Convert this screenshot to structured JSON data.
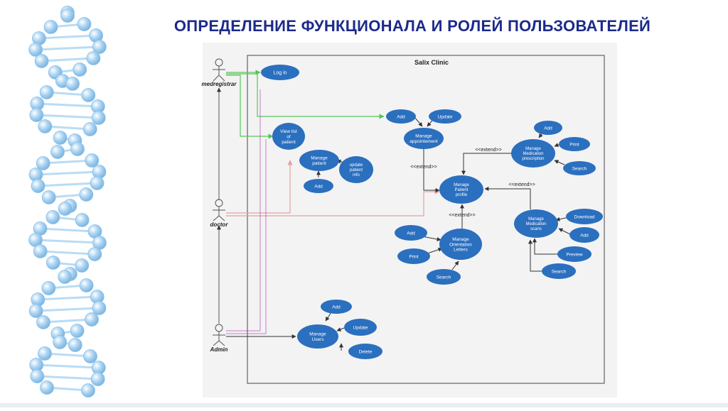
{
  "slide": {
    "title": "ОПРЕДЕЛЕНИЕ ФУНКЦИОНАЛА И РОЛЕЙ ПОЛЬЗОВАТЕЛЕЙ"
  },
  "diagram": {
    "system_name": "Salix Clinic",
    "actors": {
      "medregistrar": "medregistrar",
      "doctor": "doctor",
      "admin": "Admin"
    },
    "use_cases": {
      "log_in": "Log in",
      "add_appointment": "Add",
      "update_appointment": "Update",
      "manage_appointment": [
        "Manage",
        "appointement"
      ],
      "view_list_patient": [
        "View list",
        "of",
        "patient"
      ],
      "manage_patient": [
        "Manage",
        "patient"
      ],
      "update_patient_info": [
        "update",
        "patient",
        "info"
      ],
      "add_patient": "Add",
      "manage_patient_profile": [
        "Manage",
        "Patient",
        "profile"
      ],
      "add_prescription": "Add",
      "manage_prescription": [
        "Manage",
        "Medication",
        "prescription"
      ],
      "print_prescription": "Print",
      "search_prescription": "Search",
      "manage_orientation": [
        "Manage",
        "Orientation",
        "Letters"
      ],
      "add_orientation": "Add",
      "print_orientation": "Print",
      "search_orientation": "Search",
      "manage_scans": [
        "Manage",
        "Medication",
        "scans"
      ],
      "download_scan": "Download",
      "add_scan": "Add",
      "preview_scan": "Preview",
      "search_scan": "Search",
      "manage_users": [
        "Manage",
        "Users"
      ],
      "add_user": "Add",
      "update_user": "Update",
      "delete_user": "Delete"
    },
    "relations": {
      "extend": "<<extend>>"
    }
  },
  "colors": {
    "title": "#1c2a8a",
    "use_case_fill": "#2b6fbf",
    "medregistrar_link": "#57c45a",
    "doctor_link": "#e8a0a0",
    "admin_link": "#b04ab0",
    "line": "#555555",
    "dna_sphere": "#a9d3f3"
  }
}
